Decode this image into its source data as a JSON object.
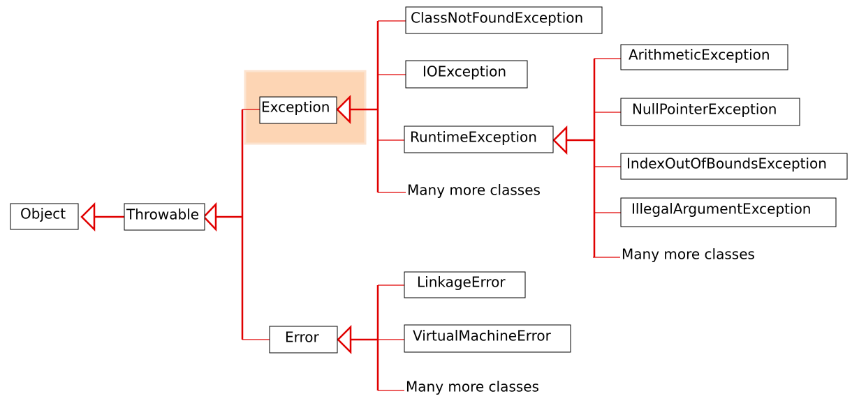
{
  "colors": {
    "connector": "#e00000",
    "highlight": "#fdd5b4",
    "box_border": "#000000"
  },
  "nodes": {
    "object": "Object",
    "throwable": "Throwable",
    "exception": "Exception",
    "error": "Error",
    "class_not_found": "ClassNotFoundException",
    "io_exception": "IOException",
    "runtime_exception": "RuntimeException",
    "exception_more": "Many more classes",
    "arithmetic": "ArithmeticException",
    "null_pointer": "NullPointerException",
    "index_out_of_bounds": "IndexOutOfBoundsException",
    "illegal_argument": "IllegalArgumentException",
    "runtime_more": "Many more classes",
    "linkage_error": "LinkageError",
    "vm_error": "VirtualMachineError",
    "error_more": "Many more classes"
  }
}
